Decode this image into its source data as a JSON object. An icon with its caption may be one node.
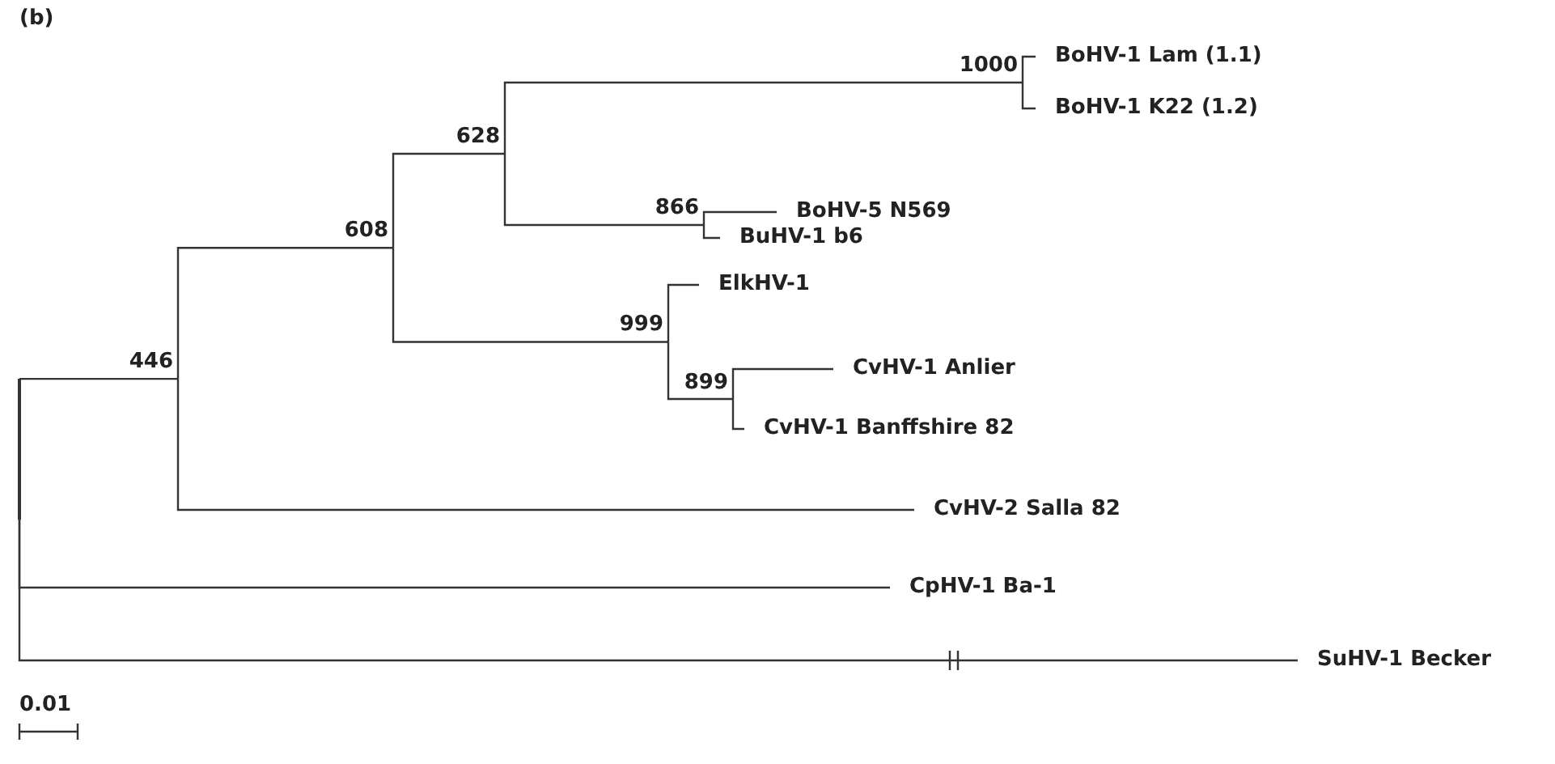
{
  "diagram": {
    "nodes": [
      {
        "text": [],
        "shape": "point"
      },
      {
        "text": [
          "446"
        ]
      },
      {
        "text": [
          "608"
        ]
      },
      {
        "text": [
          "628"
        ]
      },
      {
        "text": [
          "1000"
        ]
      },
      {
        "text": [
          "BoHV-1 Lam (1.1)"
        ]
      },
      {
        "text": [
          "BoHV-1 K22 (1.2)"
        ]
      },
      {
        "text": [
          "866"
        ]
      },
      {
        "text": [
          "BoHV-5 N569"
        ]
      },
      {
        "text": [
          "BuHV-1 b6"
        ]
      },
      {
        "text": [
          "999"
        ]
      },
      {
        "text": [
          "ElkHV-1"
        ]
      },
      {
        "text": [
          "899"
        ]
      },
      {
        "text": [
          "CvHV-1 Anlier"
        ]
      },
      {
        "text": [
          "CvHV-1 Banffshire 82"
        ]
      },
      {
        "text": [
          "CvHV-2 Salla 82"
        ]
      },
      {
        "text": [
          "CpHV-1 Ba-1"
        ]
      },
      {
        "text": [
          "SuHV-1 Becker"
        ]
      }
    ],
    "edges": [
      {
        "from": 0,
        "to": 1,
        "arrow": "none"
      },
      {
        "from": 1,
        "to": 2,
        "arrow": "none"
      },
      {
        "from": 2,
        "to": 3,
        "arrow": "none"
      },
      {
        "from": 3,
        "to": 4,
        "arrow": "none"
      },
      {
        "from": 4,
        "to": 5,
        "arrow": "none"
      },
      {
        "from": 4,
        "to": 6,
        "arrow": "none"
      },
      {
        "from": 3,
        "to": 7,
        "arrow": "none"
      },
      {
        "from": 7,
        "to": 8,
        "arrow": "none"
      },
      {
        "from": 7,
        "to": 9,
        "arrow": "none"
      },
      {
        "from": 2,
        "to": 10,
        "arrow": "none"
      },
      {
        "from": 10,
        "to": 11,
        "arrow": "none"
      },
      {
        "from": 10,
        "to": 12,
        "arrow": "none"
      },
      {
        "from": 12,
        "to": 13,
        "arrow": "none"
      },
      {
        "from": 12,
        "to": 14,
        "arrow": "none"
      },
      {
        "from": 1,
        "to": 15,
        "arrow": "none"
      },
      {
        "from": 0,
        "to": 16,
        "arrow": "none"
      },
      {
        "from": 0,
        "to": 17,
        "arrow": "none"
      }
    ],
    "labels": [
      "(b)",
      "0.01"
    ]
  }
}
